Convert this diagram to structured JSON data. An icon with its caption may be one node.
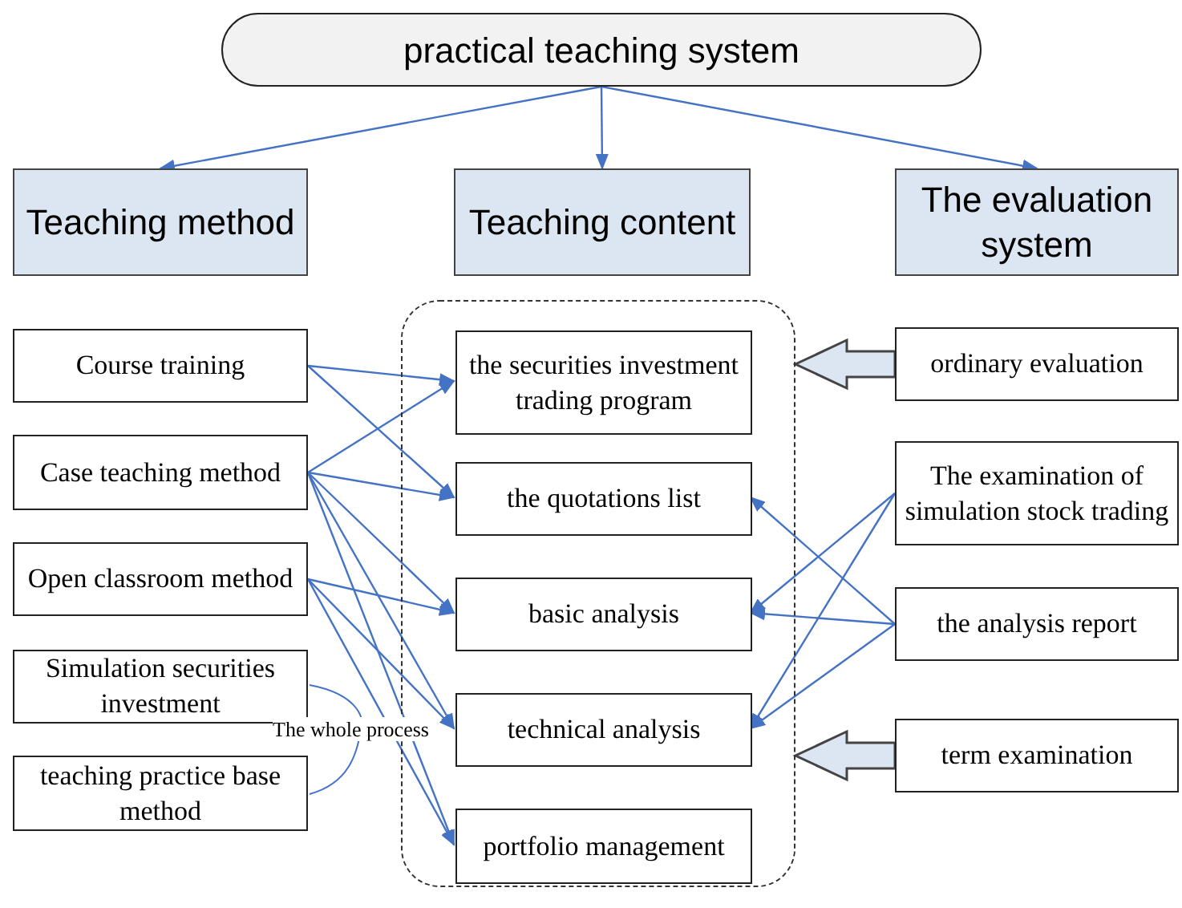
{
  "diagram": {
    "nodes": [
      {
        "text": [
          "practical teaching system"
        ]
      },
      {
        "text": [
          "Teaching method"
        ]
      },
      {
        "text": [
          "Teaching content"
        ]
      },
      {
        "text": [
          "The evaluation system"
        ]
      },
      {
        "text": [
          "Course training"
        ]
      },
      {
        "text": [
          "Case teaching method"
        ]
      },
      {
        "text": [
          "Open classroom method"
        ]
      },
      {
        "text": [
          "Simulation securities investment"
        ]
      },
      {
        "text": [
          "teaching practice base method"
        ]
      },
      {
        "text": [],
        "shape": "box"
      },
      {
        "text": [
          "the securities investment trading program"
        ],
        "in": 9
      },
      {
        "text": [
          "the quotations list"
        ],
        "in": 9
      },
      {
        "text": [
          "basic analysis"
        ],
        "in": 9
      },
      {
        "text": [
          "technical analysis"
        ],
        "in": 9
      },
      {
        "text": [
          "portfolio management"
        ],
        "in": 9
      },
      {
        "text": [
          "ordinary evaluation"
        ]
      },
      {
        "text": [
          "The examination of simulation stock trading"
        ]
      },
      {
        "text": [
          "the analysis report"
        ]
      },
      {
        "text": [
          "term examination"
        ]
      }
    ],
    "edges": [
      {
        "from": 0,
        "to": 1,
        "arrow": "to"
      },
      {
        "from": 0,
        "to": 2,
        "arrow": "to"
      },
      {
        "from": 0,
        "to": 3,
        "arrow": "to"
      },
      {
        "from": 4,
        "to": 10,
        "arrow": "to"
      },
      {
        "from": 4,
        "to": 11,
        "arrow": "to"
      },
      {
        "from": 5,
        "to": 10,
        "arrow": "to"
      },
      {
        "from": 5,
        "to": 11,
        "arrow": "to"
      },
      {
        "from": 5,
        "to": 12,
        "arrow": "to"
      },
      {
        "from": 5,
        "to": 13,
        "arrow": "to"
      },
      {
        "from": 5,
        "to": 14,
        "arrow": "to"
      },
      {
        "from": 6,
        "to": 12,
        "arrow": "to"
      },
      {
        "from": 6,
        "to": 13,
        "arrow": "to"
      },
      {
        "from": 6,
        "to": 14,
        "arrow": "to"
      },
      {
        "from": 16,
        "to": 12,
        "arrow": "to"
      },
      {
        "from": 16,
        "to": 13,
        "arrow": "to"
      },
      {
        "from": 17,
        "to": 11,
        "arrow": "to"
      },
      {
        "from": 17,
        "to": 12,
        "arrow": "to"
      },
      {
        "from": 17,
        "to": 13,
        "arrow": "to"
      },
      {
        "from": 15,
        "to": 9,
        "arrow": "to",
        "style": "thick"
      },
      {
        "from": 18,
        "to": 9,
        "arrow": "to",
        "style": "thick"
      }
    ],
    "labels": [
      "The whole process"
    ]
  }
}
